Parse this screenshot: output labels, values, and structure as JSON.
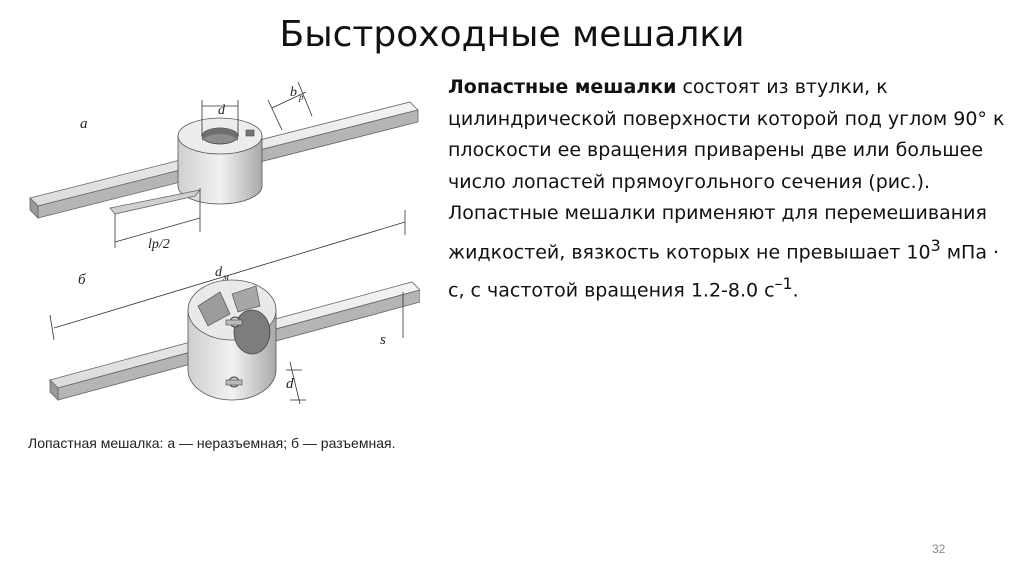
{
  "title": "Быстроходные мешалки",
  "paragraph1": {
    "bold": "Лопастные мешалки",
    "text": " состоят из втулки, к цилиндрической поверхности которой под углом 90° к плоскости ее вращения приварены две или большее число лопастей прямоугольного сечения (рис.)."
  },
  "paragraph2": {
    "text_before": "Лопастные мешалки применяют для перемешивания жидкостей, вязкость которых не превышает 10",
    "sup1": "3",
    "text_mid": " мПа · с, с частотой вращения 1.2-8.0 с",
    "sup2": "–1",
    "text_end": "."
  },
  "caption": "Лопастная мешалка: а — неразъемная; б — разъемная.",
  "figure": {
    "label_a": "а",
    "label_b": "б",
    "dim_d": "d",
    "dim_bp": "b",
    "dim_bp_sub": "p",
    "dim_lp2": "lp/2",
    "dim_dm": "d",
    "dim_dm_sub": "м",
    "dim_s": "s",
    "dim_d2": "d"
  },
  "page_number": "32"
}
